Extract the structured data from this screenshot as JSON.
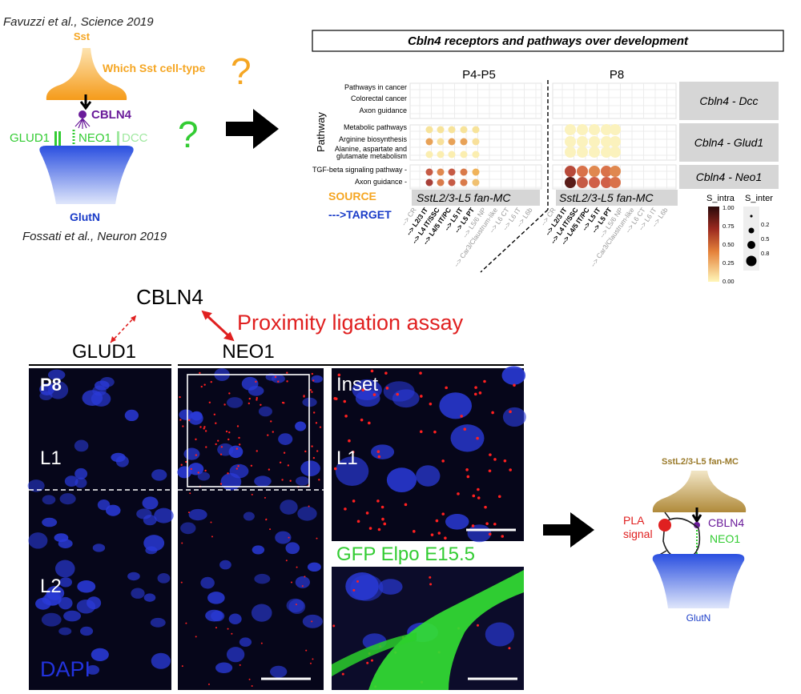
{
  "top_left": {
    "citation_top": "Favuzzi et al., Science 2019",
    "citation_bottom": "Fossati et al., Neuron 2019",
    "sst_label": "Sst",
    "question_label": "Which Sst cell-type",
    "question_mark_orange": "?",
    "question_mark_green": "?",
    "cbln4": "CBLN4",
    "glud1": "GLUD1",
    "neo1": "NEO1",
    "dcc": "DCC",
    "glutn": "GlutN"
  },
  "dotplot": {
    "title": "Cbln4 receptors and pathways over development",
    "panel_left": "P4-P5",
    "panel_right": "P8",
    "y_axis_label": "Pathway",
    "pathways": [
      "Pathways in cancer",
      "Colorectal cancer",
      "Axon guidance",
      "Metabolic pathways",
      "Arginine biosynthesis",
      "Alanine, aspartate and",
      "glutamate metabolism",
      "TGF-beta signaling pathway -",
      "Axon guidance -"
    ],
    "facets": [
      "Cbln4 - Dcc",
      "Cbln4 - Glud1",
      "Cbln4 - Neo1"
    ],
    "source_label": "SOURCE",
    "source_value": "SstL2/3-L5 fan-MC",
    "target_label": "--->TARGET",
    "targets": [
      "--> CR",
      "--> L2/3 IT",
      "--> L4 IT/SSC",
      "--> L4/5 IT/PC",
      "--> L5 IT",
      "--> L5 PT",
      "--> L5/6 NP",
      "--> Car3/Claustrum-like",
      "--> L6 CT",
      "--> L6 IT",
      "--> L6b"
    ],
    "legend": {
      "intra_title": "S_intra",
      "inter_title": "S_inter",
      "intra_ticks": [
        "1.00",
        "0.75",
        "0.50",
        "0.25",
        "0.00"
      ],
      "inter_ticks": [
        "0.2",
        "0.5",
        "0.8"
      ]
    }
  },
  "bottom": {
    "cbln4": "CBLN4",
    "pla_title": "Proximity ligation assay",
    "glud1_header": "GLUD1",
    "neo1_header": "NEO1",
    "p8_label": "P8",
    "l1": "L1",
    "l2": "L2",
    "dapi": "DAPI",
    "inset_label": "Inset",
    "inset_l1": "L1",
    "gfp_label": "GFP Elpo E15.5"
  },
  "schematic": {
    "cell_label": "SstL2/3-L5 fan-MC",
    "pla_signal_line1": "PLA",
    "pla_signal_line2": "signal",
    "cbln4": "CBLN4",
    "neo1": "NEO1",
    "glutn": "GlutN"
  },
  "colors": {
    "sst_orange": "#f5a623",
    "green": "#33cc33",
    "purple": "#6a1b9a",
    "red": "#e02020",
    "blue_label": "#1a3cc8",
    "dapi_blue": "#2233dd"
  }
}
